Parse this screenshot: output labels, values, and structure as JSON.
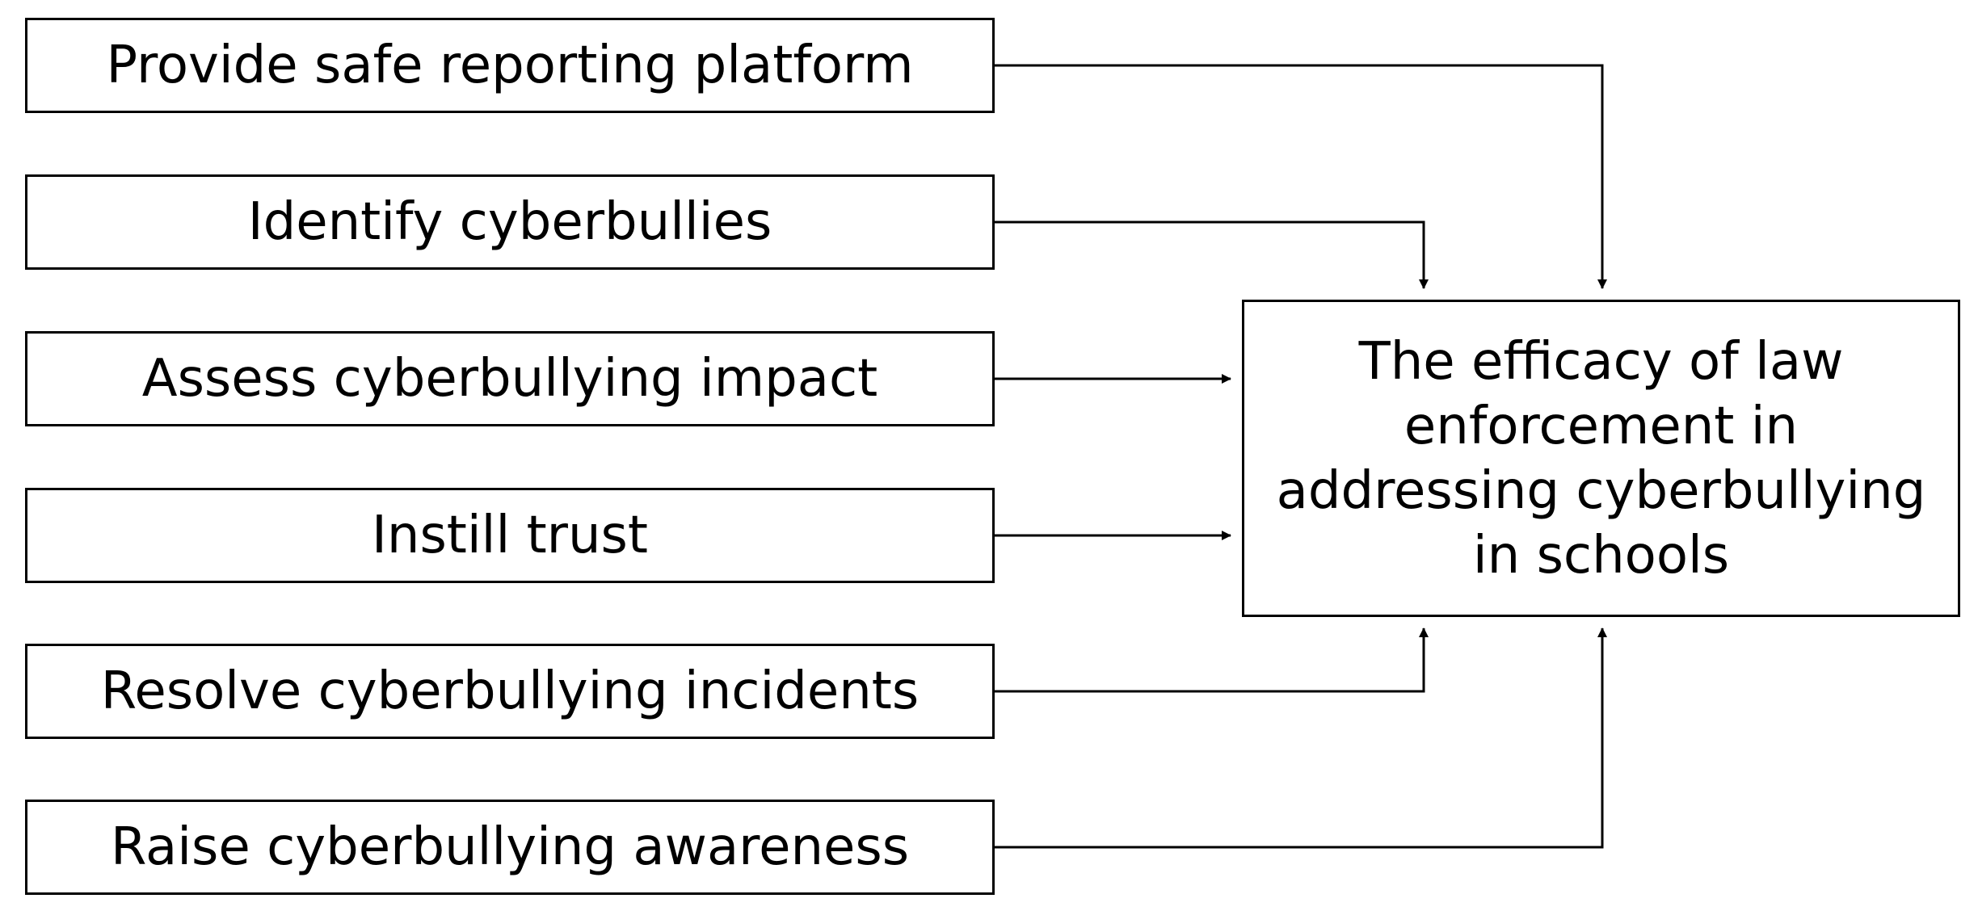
{
  "factors": [
    "Provide safe reporting platform",
    "Identify cyberbullies",
    "Assess cyberbullying impact",
    "Instill trust",
    "Resolve cyberbullying incidents",
    "Raise cyberbullying awareness"
  ],
  "outcome": {
    "lines": [
      "The efficacy of law",
      "enforcement in",
      "addressing cyberbullying",
      "in schools"
    ]
  },
  "connections": [
    {
      "from": "Provide safe reporting platform",
      "to": "outcome"
    },
    {
      "from": "Identify cyberbullies",
      "to": "outcome"
    },
    {
      "from": "Assess cyberbullying impact",
      "to": "outcome"
    },
    {
      "from": "Instill trust",
      "to": "outcome"
    },
    {
      "from": "Resolve cyberbullying incidents",
      "to": "outcome"
    },
    {
      "from": "Raise cyberbullying awareness",
      "to": "outcome"
    }
  ],
  "colors": {
    "stroke": "#000000",
    "background": "#ffffff"
  }
}
